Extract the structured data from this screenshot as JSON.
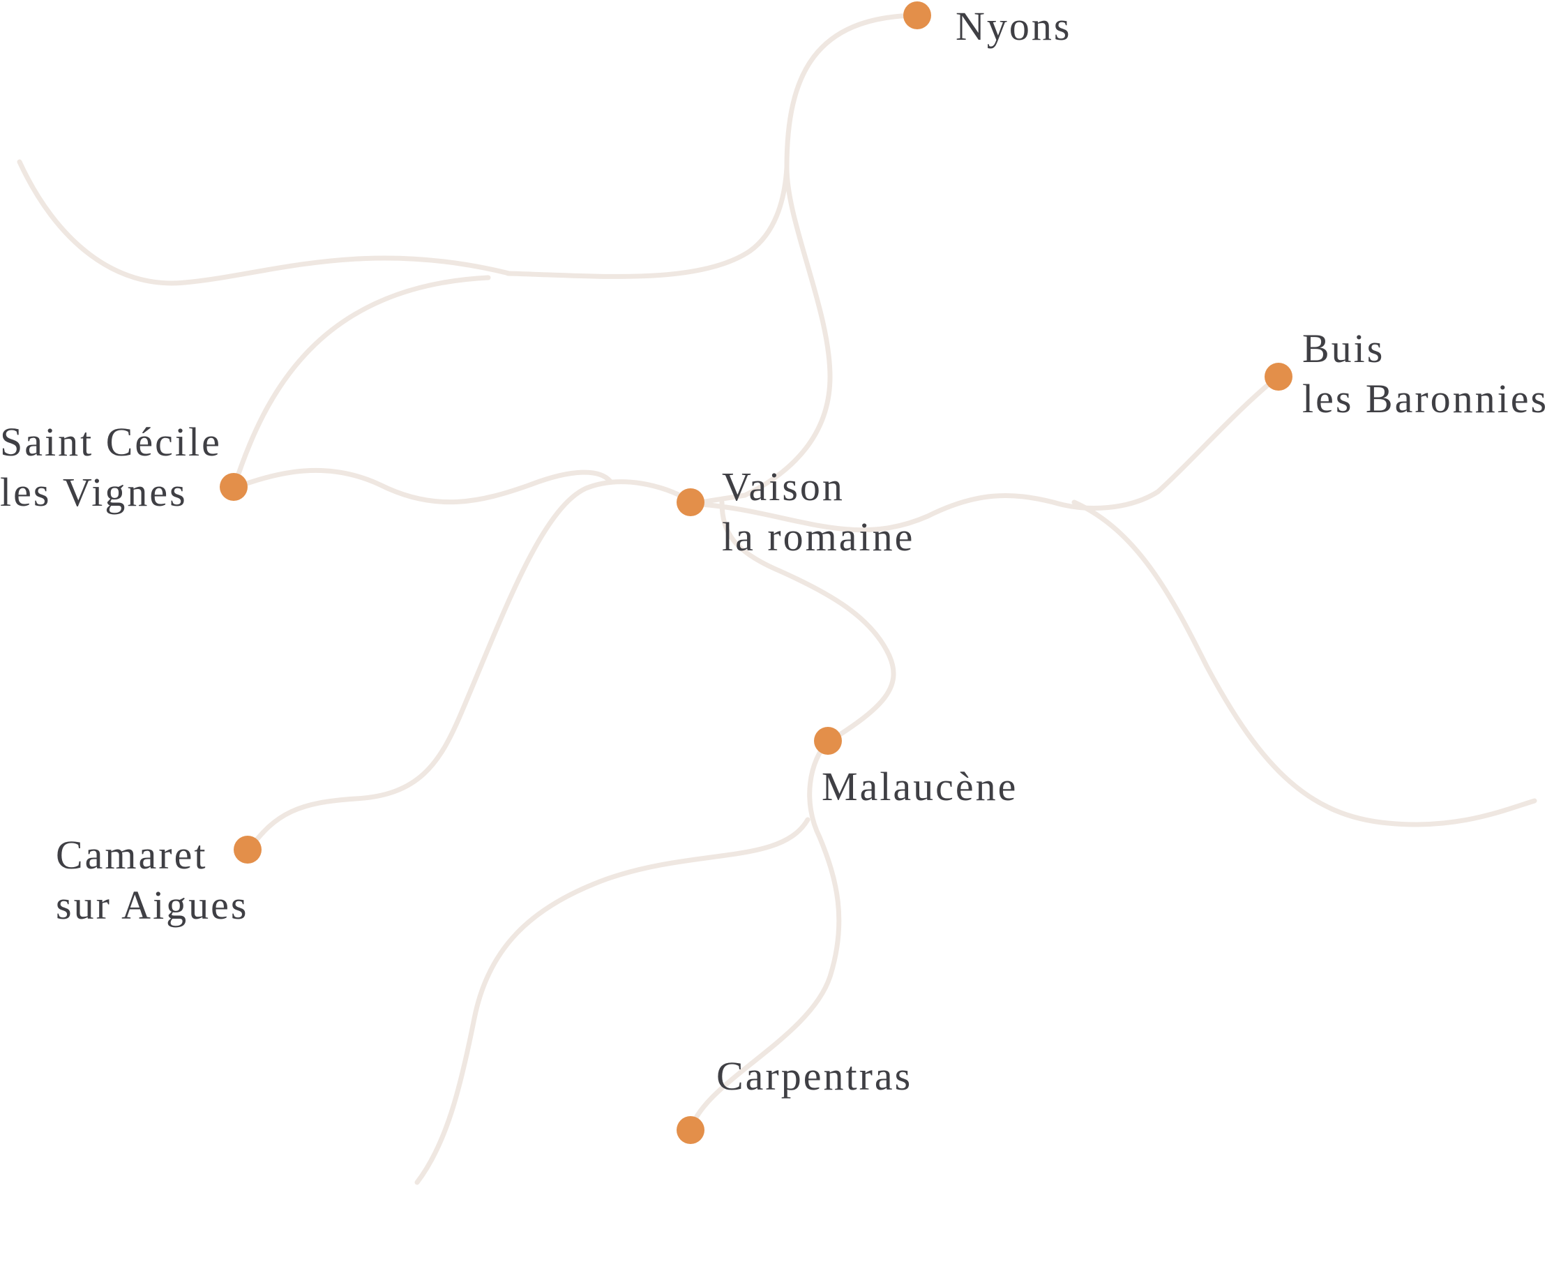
{
  "map": {
    "colors": {
      "road": "#efe7e1",
      "town_marker": "#e38f4a",
      "label_text": "#3f3f44",
      "background": "#ffffff"
    },
    "towns": [
      {
        "id": "nyons",
        "lines": [
          "Nyons"
        ]
      },
      {
        "id": "buis",
        "lines": [
          "Buis",
          "les Baronnies"
        ]
      },
      {
        "id": "saint-cecile",
        "lines": [
          "Saint Cécile",
          "les Vignes"
        ]
      },
      {
        "id": "vaison",
        "lines": [
          "Vaison",
          "la romaine"
        ]
      },
      {
        "id": "malaucene",
        "lines": [
          "Malaucène"
        ]
      },
      {
        "id": "camaret",
        "lines": [
          "Camaret",
          "sur Aigues"
        ]
      },
      {
        "id": "carpentras",
        "lines": [
          "Carpentras"
        ]
      }
    ]
  }
}
